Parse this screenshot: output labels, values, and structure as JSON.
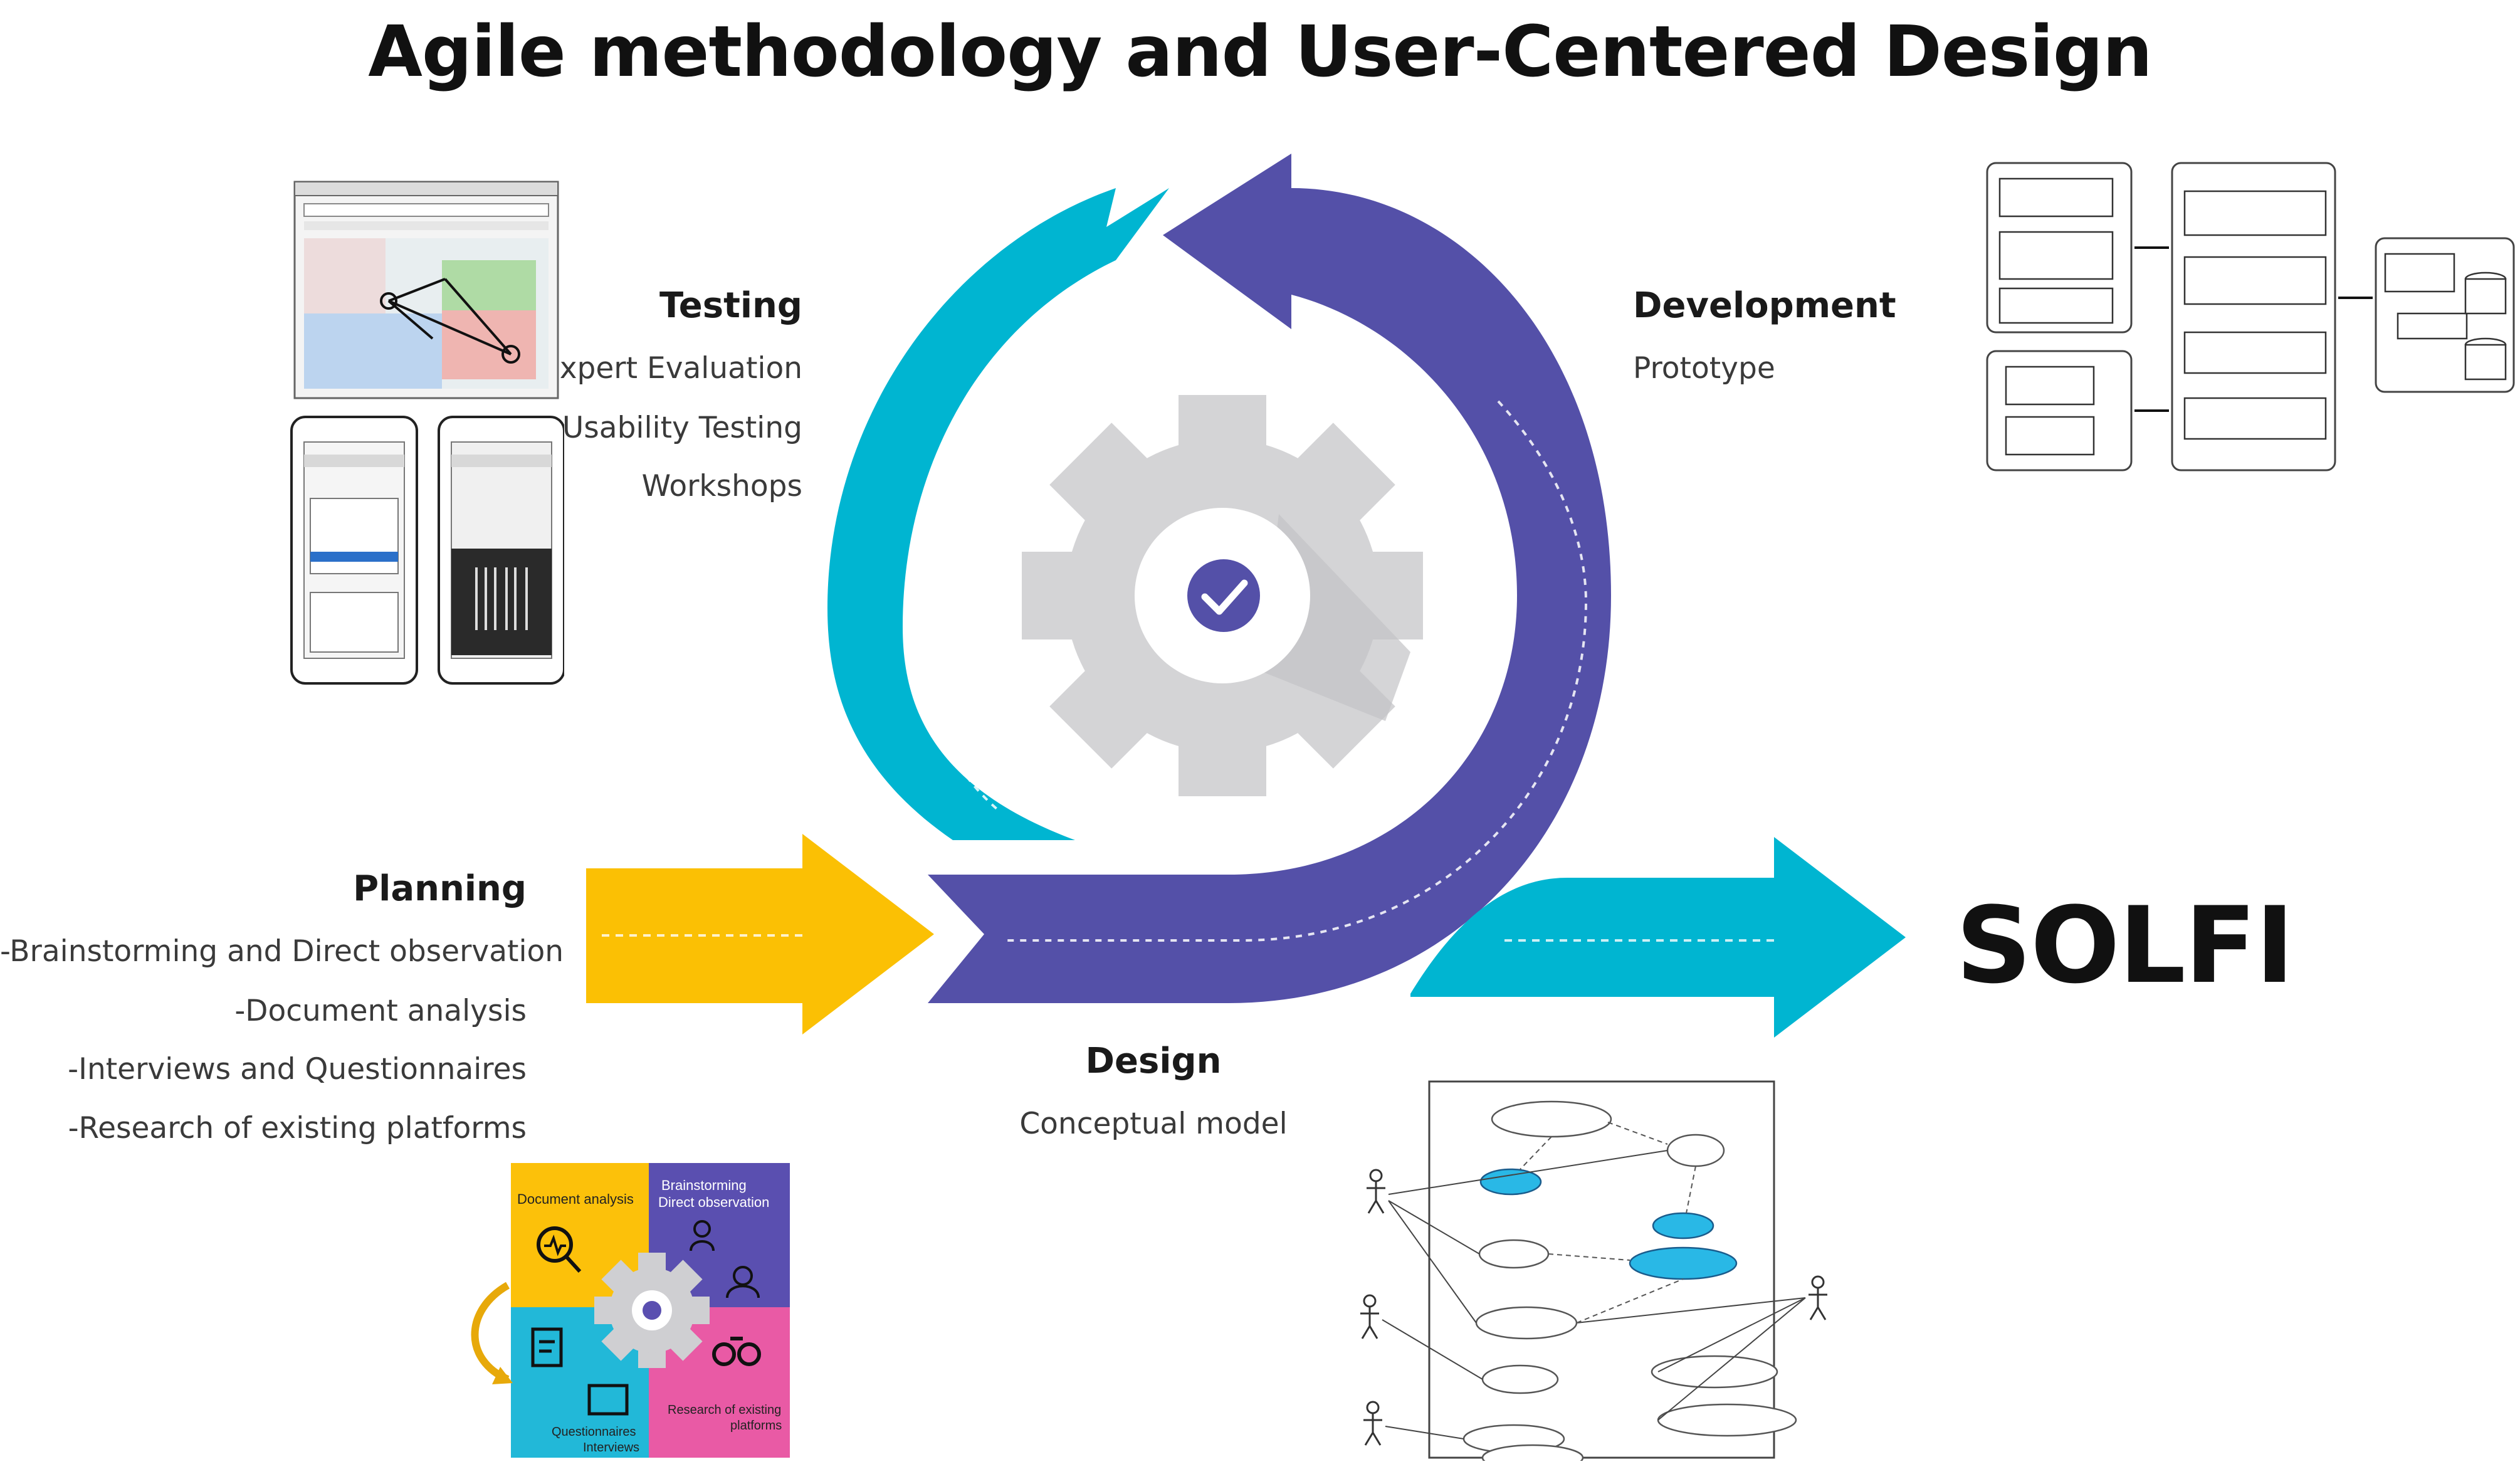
{
  "title": "Agile methodology and User-Centered Design",
  "phases": {
    "testing": {
      "title": "Testing",
      "items": [
        "Expert Evaluation",
        "Usability Testing",
        "Workshops"
      ]
    },
    "development": {
      "title": "Development",
      "items": [
        "Prototype"
      ]
    },
    "planning": {
      "title": "Planning",
      "items": [
        "-Brainstorming and Direct observation",
        "-Document analysis",
        "-Interviews and Questionnaires",
        "-Research of existing platforms"
      ]
    },
    "design": {
      "title": "Design",
      "items": [
        "Conceptual model"
      ]
    }
  },
  "outcome": "SOLFI",
  "planning_quadrants": {
    "q1": "Document analysis",
    "q2a": "Brainstorming",
    "q2b": "Direct observation",
    "q3a": "Questionnaires",
    "q3b": "Interviews",
    "q4a": "Research of existing",
    "q4b": "platforms"
  },
  "colors": {
    "cyan": "#00b5d1",
    "purple": "#5450a8",
    "yellow": "#fbc004",
    "gear": "#d4d4d6",
    "pink": "#e95aa5",
    "quad_purple": "#5a4fb0",
    "quad_yellow": "#fcc10a",
    "quad_cyan": "#22b8d8"
  },
  "icons": [
    "gear-icon",
    "check-icon",
    "magnifier-icon",
    "people-icon",
    "binoculars-icon",
    "clipboard-icon"
  ]
}
